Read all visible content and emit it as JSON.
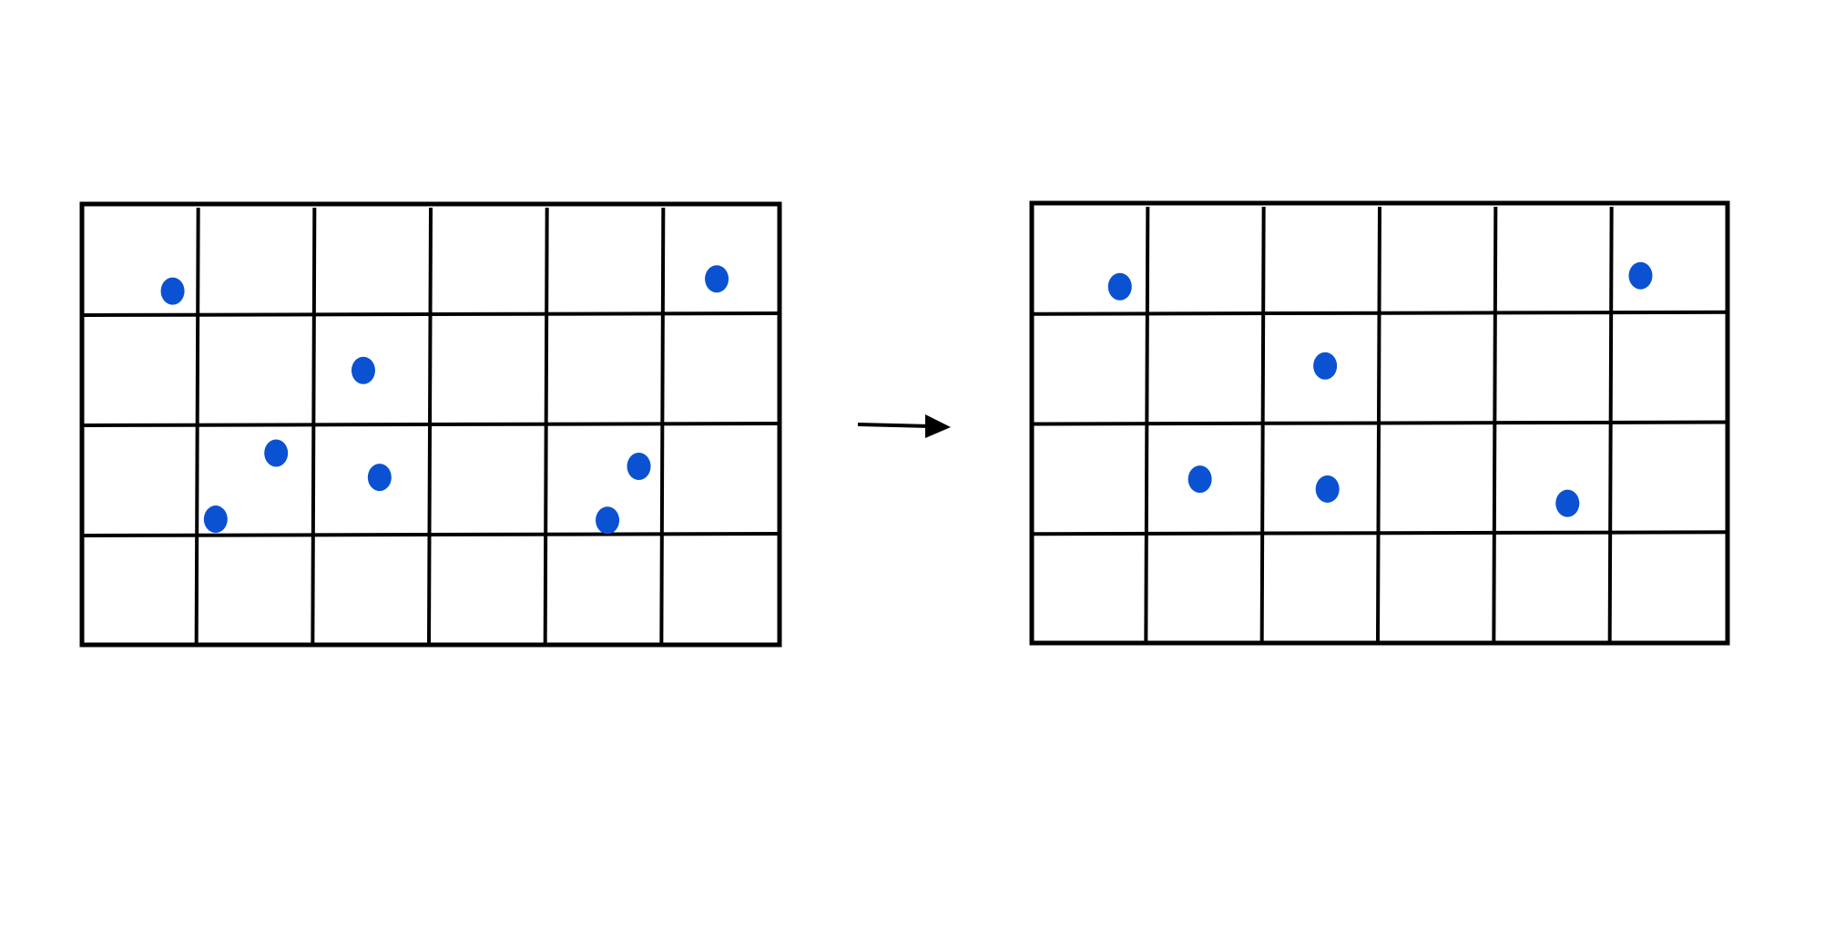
{
  "colors": {
    "background": "#ffffff",
    "line": "#000000",
    "dot": "#0a52d1"
  },
  "grids": [
    {
      "id": "grid-before",
      "rows": 4,
      "cols": 6,
      "dots": [
        {
          "col": 0.78,
          "row": 0.79
        },
        {
          "col": 5.46,
          "row": 0.68
        },
        {
          "col": 2.42,
          "row": 1.51
        },
        {
          "col": 1.67,
          "row": 2.26
        },
        {
          "col": 2.56,
          "row": 2.48
        },
        {
          "col": 1.15,
          "row": 2.86
        },
        {
          "col": 4.79,
          "row": 2.38
        },
        {
          "col": 4.52,
          "row": 2.87
        }
      ]
    },
    {
      "id": "grid-after",
      "rows": 4,
      "cols": 6,
      "dots": [
        {
          "col": 0.76,
          "row": 0.76
        },
        {
          "col": 5.25,
          "row": 0.66
        },
        {
          "col": 2.53,
          "row": 1.48
        },
        {
          "col": 1.45,
          "row": 2.51
        },
        {
          "col": 2.55,
          "row": 2.6
        },
        {
          "col": 4.62,
          "row": 2.73
        }
      ]
    }
  ],
  "arrow": {
    "direction": "right"
  }
}
